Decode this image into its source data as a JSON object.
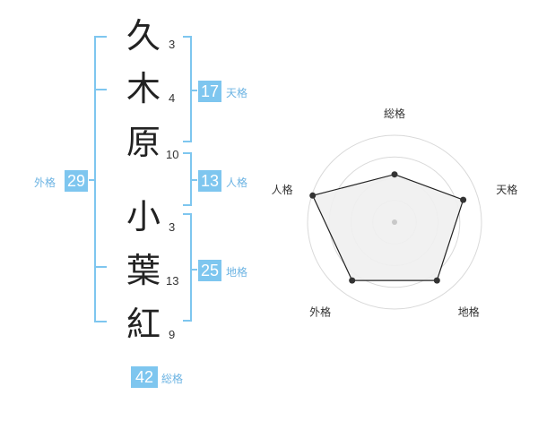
{
  "name_chars": [
    {
      "char": "久",
      "strokes": "3"
    },
    {
      "char": "木",
      "strokes": "4"
    },
    {
      "char": "原",
      "strokes": "10"
    },
    {
      "char": "小",
      "strokes": "3"
    },
    {
      "char": "葉",
      "strokes": "13"
    },
    {
      "char": "紅",
      "strokes": "9"
    }
  ],
  "fortune": {
    "tenkaku": {
      "value": "17",
      "label": "天格"
    },
    "jinkaku": {
      "value": "13",
      "label": "人格"
    },
    "chikaku": {
      "value": "25",
      "label": "地格"
    },
    "gaikaku": {
      "value": "29",
      "label": "外格"
    },
    "soukaku": {
      "value": "42",
      "label": "総格"
    }
  },
  "chart_data": {
    "type": "radar",
    "axes": [
      "総格",
      "天格",
      "地格",
      "外格",
      "人格"
    ],
    "values": [
      0.55,
      0.83,
      0.83,
      0.83,
      0.99
    ],
    "scale_rings": 4
  },
  "colors": {
    "accent": "#7ec6ef",
    "accent_text": "#6db4e3",
    "radar_fill": "#f0f0f0",
    "radar_stroke": "#222222"
  }
}
